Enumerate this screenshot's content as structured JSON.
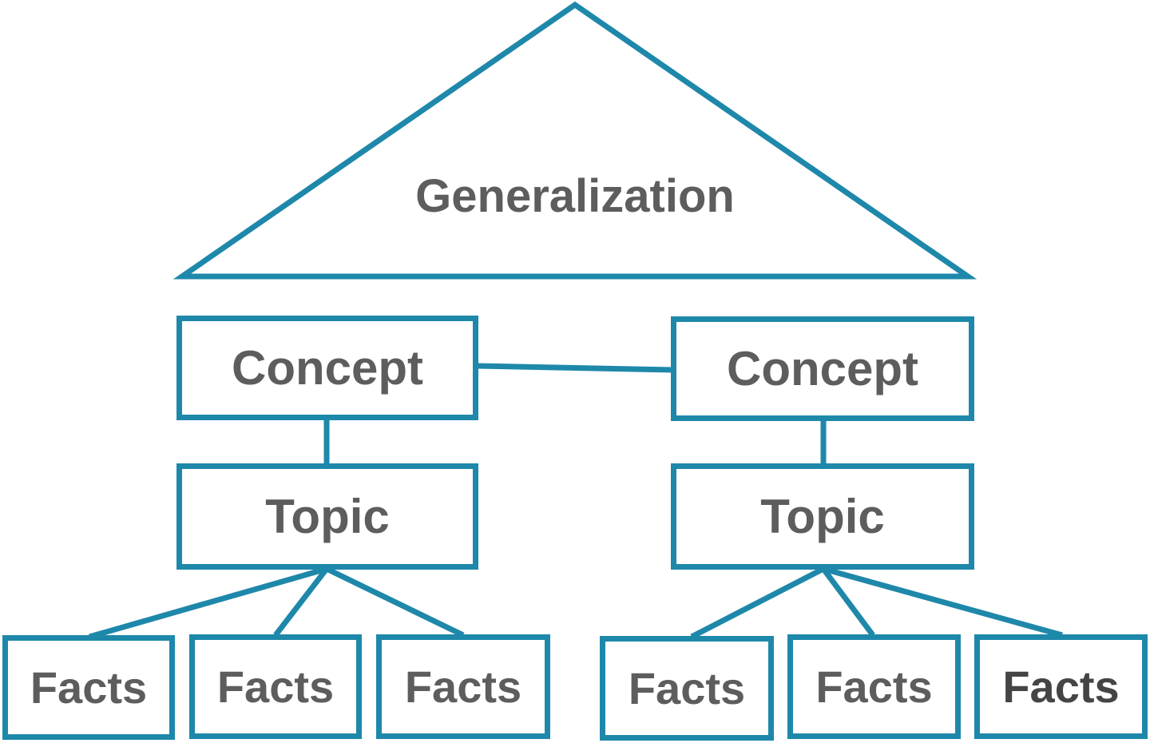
{
  "colors": {
    "stroke": "#1e88aa",
    "text": "#5d5d5d",
    "text_dark": "#454545",
    "background": "#ffffff"
  },
  "generalization": {
    "label": "Generalization"
  },
  "left_branch": {
    "concept": "Concept",
    "topic": "Topic",
    "facts": [
      "Facts",
      "Facts",
      "Facts"
    ]
  },
  "right_branch": {
    "concept": "Concept",
    "topic": "Topic",
    "facts": [
      "Facts",
      "Facts",
      "Facts"
    ]
  }
}
